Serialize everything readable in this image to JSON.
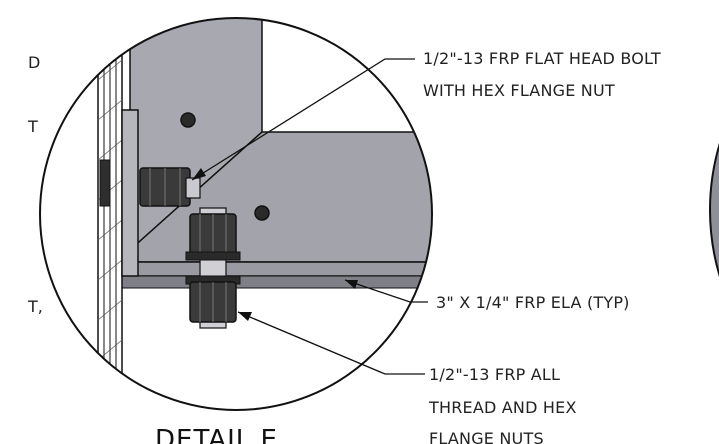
{
  "callouts": {
    "bolt": {
      "line1": "1/2\"-13 FRP FLAT HEAD BOLT",
      "line2": "WITH HEX FLANGE NUT"
    },
    "angle": {
      "line1": "3\" X 1/4\" FRP ELA (TYP)"
    },
    "thread": {
      "line1": "1/2\"-13 FRP ALL",
      "line2": "THREAD AND HEX",
      "line3": "FLANGE NUTS"
    }
  },
  "detail_title": "DETAIL E",
  "left_edge_fragments": [
    "D",
    "T",
    "T,"
  ],
  "colors": {
    "steel": "#a6a6ae",
    "steel_dark": "#8d8d96",
    "steel_light": "#c4c4cb",
    "line": "#111111",
    "nut": "#303030"
  }
}
